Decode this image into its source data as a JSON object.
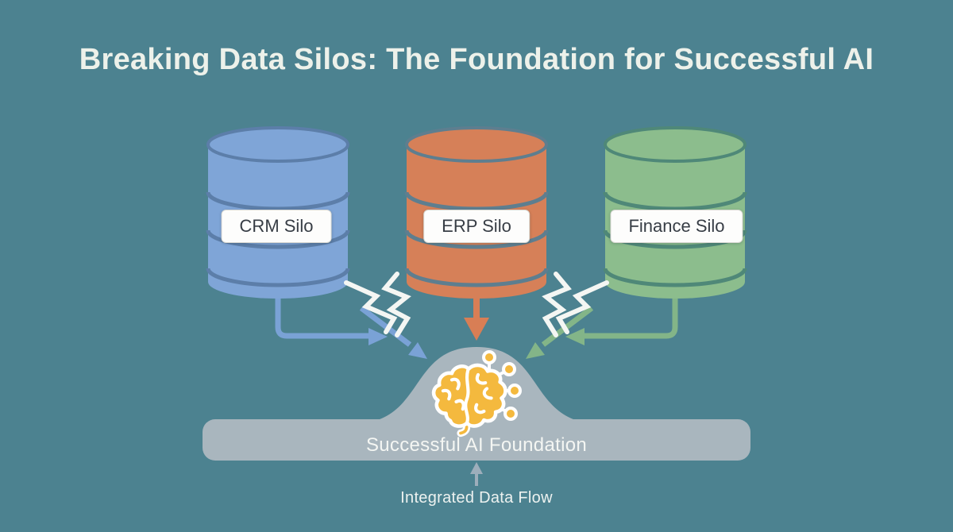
{
  "title": "Breaking Data Silos: The Foundation for Successful AI",
  "silos": [
    {
      "id": "crm",
      "label": "CRM Silo",
      "fill": "#7fa5d7",
      "stroke": "#5c7ea9",
      "arrow_color": "#7aa2d6"
    },
    {
      "id": "erp",
      "label": "ERP Silo",
      "fill": "#d68058",
      "stroke": "#5e7e8f",
      "arrow_color": "#d87e55"
    },
    {
      "id": "finance",
      "label": "Finance Silo",
      "fill": "#8cbd8d",
      "stroke": "#4f8878",
      "arrow_color": "#83b588"
    }
  ],
  "foundation": {
    "label": "Successful AI Foundation",
    "icon": "brain-circuit-icon",
    "bar_color": "#a9b6be",
    "brain_color": "#f4b93e"
  },
  "flow_note": {
    "label": "Integrated Data Flow",
    "icon": "up-arrow-icon",
    "arrow_color": "#9daebb"
  },
  "break_marks": {
    "icon": "crack-zigzag",
    "color": "#f4f6f3",
    "count": 2
  },
  "colors": {
    "background": "#4c8290",
    "title_text": "#edf1ea",
    "label_bg": "#fdfdfc",
    "label_text": "#373d45",
    "bar_text": "#f4f6f3"
  }
}
